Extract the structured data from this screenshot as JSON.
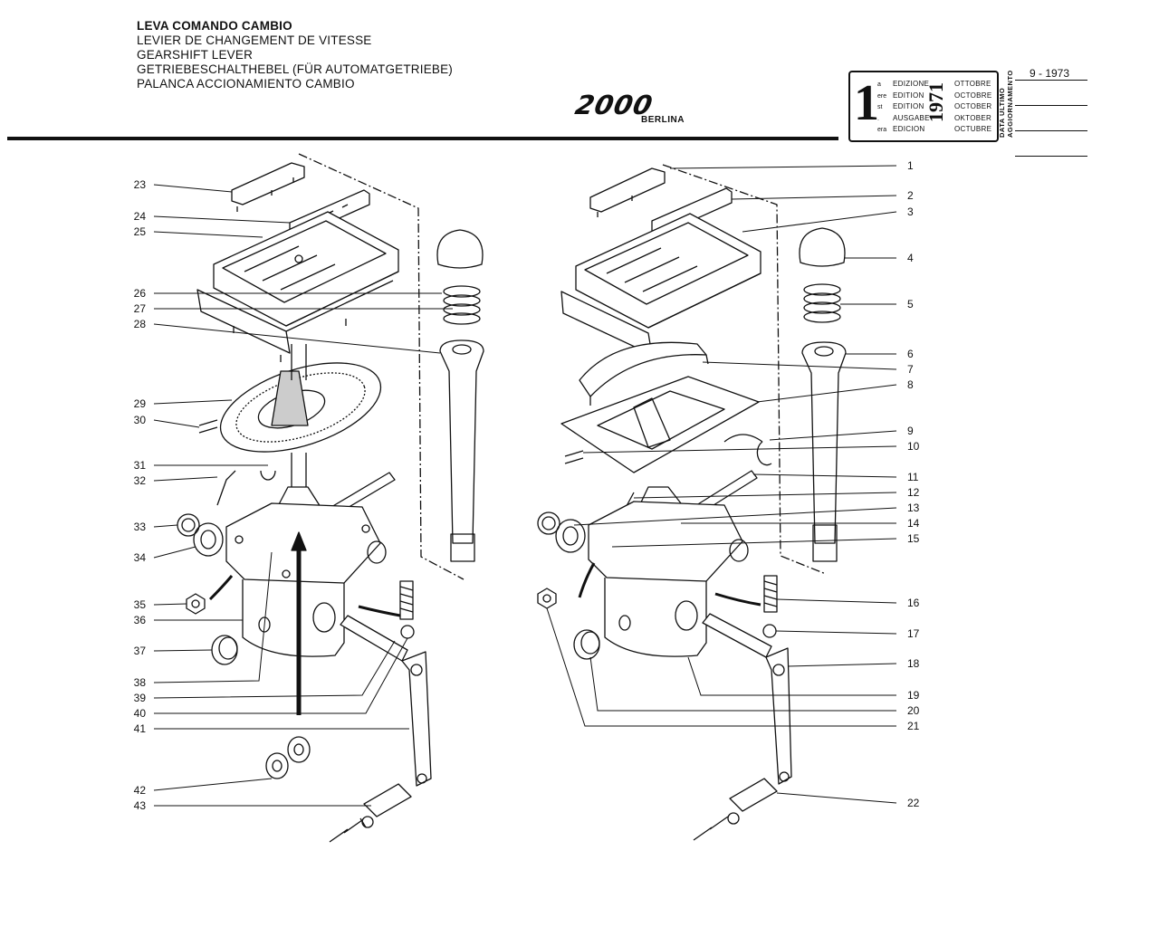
{
  "header": {
    "titles": [
      "LEVA COMANDO CAMBIO",
      "LEVIER DE CHANGEMENT DE VITESSE",
      "GEARSHIFT LEVER",
      "GETRIEBESCHALTHEBEL (FÜR AUTOMATGETRIEBE)",
      "PALANCA ACCIONAMIENTO CAMBIO"
    ],
    "logo": "2000",
    "model": "BERLINA"
  },
  "edition": {
    "number": "1",
    "suffixes": [
      "a",
      "ere",
      "st",
      ".",
      "era"
    ],
    "words": [
      "EDIZIONE",
      "EDITION",
      "EDITION",
      "AUSGABE",
      "EDICION"
    ],
    "year": "1971",
    "months": [
      "OTTOBRE",
      "OCTOBRE",
      "OCTOBER",
      "OKTOBER",
      "OCTUBRE"
    ],
    "update_label": [
      "DATA ULTIMO",
      "AGGIORNAMENTO"
    ],
    "update_date": "9 - 1973"
  },
  "labels_left": [
    "23",
    "24",
    "25",
    "26",
    "27",
    "28",
    "29",
    "30",
    "31",
    "32",
    "33",
    "34",
    "35",
    "36",
    "37",
    "38",
    "39",
    "40",
    "41",
    "42",
    "43"
  ],
  "labels_right": [
    "1",
    "2",
    "3",
    "4",
    "5",
    "6",
    "7",
    "8",
    "9",
    "10",
    "11",
    "12",
    "13",
    "14",
    "15",
    "16",
    "17",
    "18",
    "19",
    "20",
    "21",
    "22"
  ]
}
